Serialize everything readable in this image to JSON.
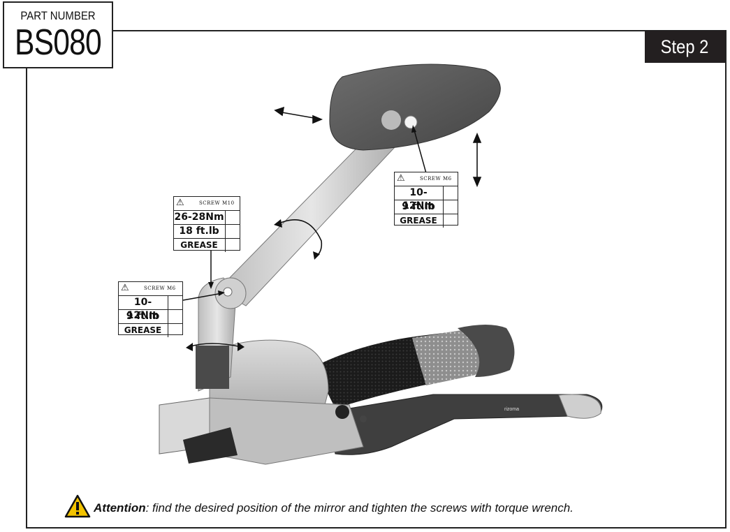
{
  "part_label": "PART NUMBER",
  "part_number": "BS080",
  "step": "Step 2",
  "labels": {
    "m10": {
      "screw": "SCREW M10",
      "torque_nm": "26-28Nm",
      "torque_ftlb": "18 ft.lb",
      "grease": "GREASE"
    },
    "m6_top": {
      "screw": "SCREW M6",
      "torque_nm": "10-12Nm",
      "torque_ftlb": "9 ft.lb",
      "grease": "GREASE"
    },
    "m6_low": {
      "screw": "SCREW M6",
      "torque_nm": "10-12Nm",
      "torque_ftlb": "9 ft.lb",
      "grease": "GREASE"
    }
  },
  "attention": {
    "title": "Attention",
    "text": ": find the desired position of the mirror and tighten the screws with torque wrench."
  },
  "brand_mark": "rizoma",
  "colors": {
    "step_bg": "#231f20",
    "warning_yellow": "#f2c300"
  }
}
